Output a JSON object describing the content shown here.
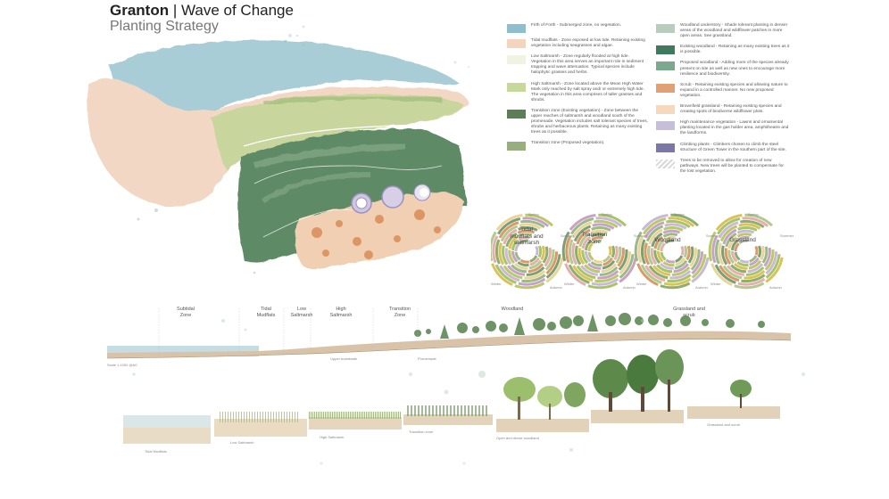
{
  "header": {
    "title_bold": "Granton",
    "title_rest": " | Wave of Change",
    "subtitle": "Planting Strategy"
  },
  "legend_left": [
    {
      "color": "#8fbfcc",
      "text": "Firth of Forth - Submerged zone, no vegetation."
    },
    {
      "color": "#f3d5bd",
      "text": "Tidal mudflats - Zone exposed at low tide. Retaining existing vegetation including seagrasses and algae."
    },
    {
      "color": "#f0f2e2",
      "text": "Low Saltmarsh - Zone regularly flooded at high tide. Vegetation in this area serves an important role in sediment trapping and wave attenuation. Typical species include halophytic grasses and herbs."
    },
    {
      "color": "#c6d89a",
      "text": "High Saltmarsh - Zone located above the Mean High Water Mark only reached by salt spray and/ or extremely high tide. The vegetation in this area comprises of taller grasses and shrubs."
    },
    {
      "color": "#5c7e57",
      "text": "Transition zone (Existing vegetation) - Zone between the upper reaches of saltmarsh and woodland south of the promenade. Vegetation includes salt tolerant species of trees, shrubs and herbaceous plants. Retaining as many existing trees as it possible."
    },
    {
      "color": "#98ae7e",
      "text": "Transition zone (Proposed vegetation)."
    }
  ],
  "legend_right": [
    {
      "color": "#b9cdbd",
      "text": "Woodland understory - Shade tolerant planting in denser areas of the woodland and wildflower patches in more open areas. See grassland."
    },
    {
      "color": "#3f7a5c",
      "text": "Existing woodland - Retaining as many existing trees as it is possible."
    },
    {
      "color": "#7ba98d",
      "text": "Proposed woodland - Adding more of the species already present on site as well as new ones to encourage more resilience and biodiversity."
    },
    {
      "color": "#e0a175",
      "text": "Scrub - Retaining existing species and allowing nature to expand in a controlled manner. No new proposed vegetation."
    },
    {
      "color": "#f6d8bc",
      "text": "Brownfield grassland - Retaining existing species and creating spots of biodiverse wildflower plots."
    },
    {
      "color": "#c7bfd9",
      "text": "High maintenance vegetation - Lawns and ornamental planting located in the gas holder area, amphitheatre and the landforms."
    },
    {
      "color": "#7b78a8",
      "text": "Climbing plants - Climbers chosen to climb the steel structure of Green Tower in the southern part of the site."
    },
    {
      "color": "hatch",
      "text": "Trees to be removed to allow for creation of new pathways. New trees will be planted to compensate for the lost vegetation."
    }
  ],
  "wheels": [
    {
      "label": "Tidal\nmudflats and\nsaltmarsh",
      "season_top": "Spring",
      "season_right": "Summer",
      "season_bottom_right": "Autumn",
      "season_bottom_left": "Winter"
    },
    {
      "label": "Transition\nzone",
      "season_top": "Spring",
      "season_right": "Summer",
      "season_bottom_right": "Autumn",
      "season_bottom_left": "Winter"
    },
    {
      "label": "Woodland",
      "season_top": "Spring",
      "season_right": "Summer",
      "season_bottom_right": "Autumn",
      "season_bottom_left": "Winter"
    },
    {
      "label": "Grassland",
      "season_top": "Spring",
      "season_right": "Summer",
      "season_bottom_right": "Autumn",
      "season_bottom_left": "Winter"
    }
  ],
  "section_zones": [
    {
      "label": "Subtidal\nZone"
    },
    {
      "label": "Tidal\nMudflats"
    },
    {
      "label": "Low\nSaltmarsh"
    },
    {
      "label": "High\nSaltmarsh"
    },
    {
      "label": "Transition\nZone"
    },
    {
      "label": "Woodland"
    },
    {
      "label": "Grassland and\nscrub"
    }
  ],
  "section_notes": {
    "scale": "Scale 1:1000 @A0",
    "upper_boardwalk": "Upper boardwalk",
    "promenade": "Promenade"
  },
  "detail_panels": [
    {
      "caption": "Tidal Mudflats"
    },
    {
      "caption": "Low Saltmarsh"
    },
    {
      "caption": "High Saltmarsh"
    },
    {
      "caption": "Transition zone"
    },
    {
      "caption": "Open and dense woodland"
    },
    {
      "caption": "Grassland and scrub"
    }
  ]
}
